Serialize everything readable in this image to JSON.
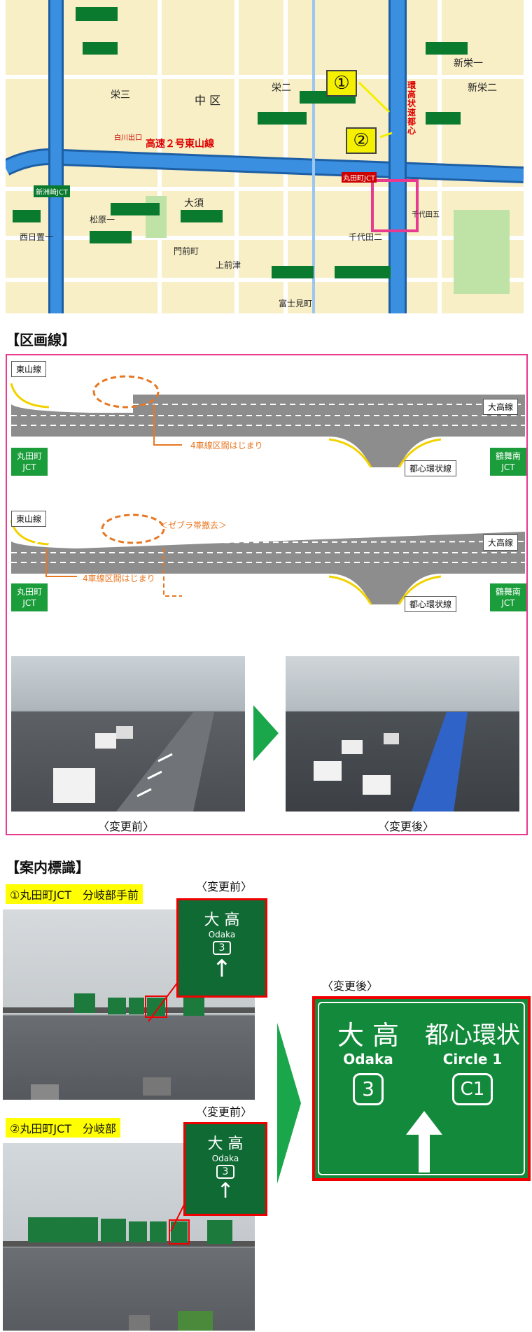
{
  "map": {
    "badge1": "①",
    "badge2": "②",
    "district": "中 区",
    "road_name": "高速２号東山線",
    "exit_label": "白川出口",
    "circle_label": "環高状速都心",
    "jct_label": "丸田町JCT",
    "shinsuzaki": "新洲崎JCT",
    "places": [
      "栄三",
      "栄二",
      "大須",
      "千代田五",
      "千代田二",
      "上前津",
      "富士見町",
      "新栄一",
      "新栄二",
      "門前町",
      "松原一",
      "西日置一"
    ]
  },
  "lane_section": {
    "heading": "【区画線】",
    "top": {
      "higashiyama": "東山線",
      "odaka": "大高線",
      "marutamachi": "丸田町\nJCT",
      "circle": "都心環状線",
      "tsuruminami": "鶴舞南\nJCT",
      "note": "4車線区間はじまり"
    },
    "bottom": {
      "higashiyama": "東山線",
      "odaka": "大高線",
      "marutamachi": "丸田町\nJCT",
      "circle": "都心環状線",
      "tsuruminami": "鶴舞南\nJCT",
      "note": "4車線区間はじまり",
      "zebra": "＜ゼブラ帯撤去＞"
    },
    "before": "〈変更前〉",
    "after": "〈変更後〉"
  },
  "sign_section": {
    "heading": "【案内標識】",
    "label1": "①丸田町JCT　分岐部手前",
    "label2": "②丸田町JCT　分岐部",
    "before1": "〈変更前〉",
    "before2": "〈変更前〉",
    "after": "〈変更後〉",
    "small_sign": {
      "jp": "大 高",
      "en": "Odaka",
      "num": "3"
    },
    "big_sign": {
      "left_jp": "大 高",
      "left_en": "Odaka",
      "left_num": "3",
      "right_jp": "都心環状",
      "right_en": "Circle 1",
      "right_num": "C1"
    }
  },
  "colors": {
    "sign_green": "#138a3b",
    "frame_pink": "#e83a8f",
    "orange": "#e87722",
    "red": "#e00000"
  }
}
